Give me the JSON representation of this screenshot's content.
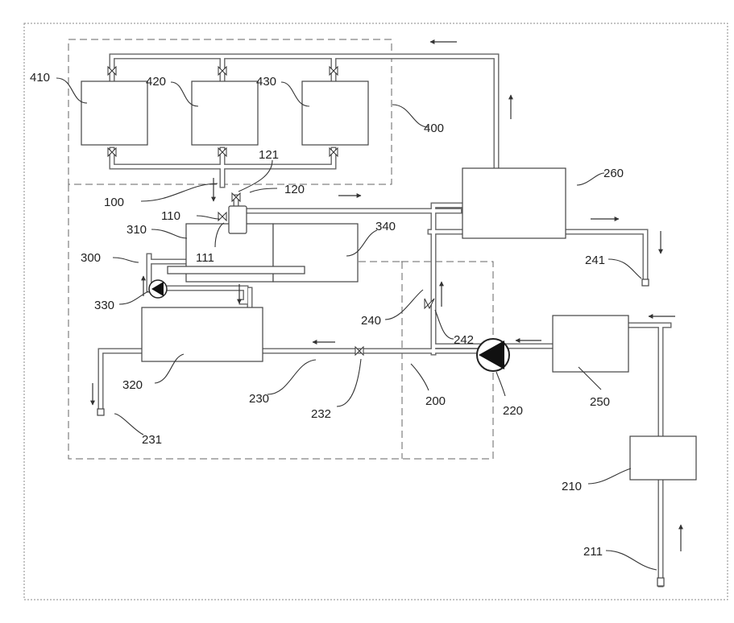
{
  "labels": {
    "l100": "100",
    "l110": "110",
    "l111": "111",
    "l120": "120",
    "l121": "121",
    "l200": "200",
    "l210": "210",
    "l211": "211",
    "l220": "220",
    "l230": "230",
    "l231": "231",
    "l232": "232",
    "l240": "240",
    "l241": "241",
    "l242": "242",
    "l250": "250",
    "l260": "260",
    "l300": "300",
    "l310": "310",
    "l320": "320",
    "l330": "330",
    "l340": "340",
    "l400": "400",
    "l410": "410",
    "l420": "420",
    "l430": "430"
  },
  "colors": {
    "line": "#444444",
    "background": "#ffffff"
  },
  "icons": [
    "valve-icon",
    "pump-icon",
    "arrow-icon"
  ]
}
